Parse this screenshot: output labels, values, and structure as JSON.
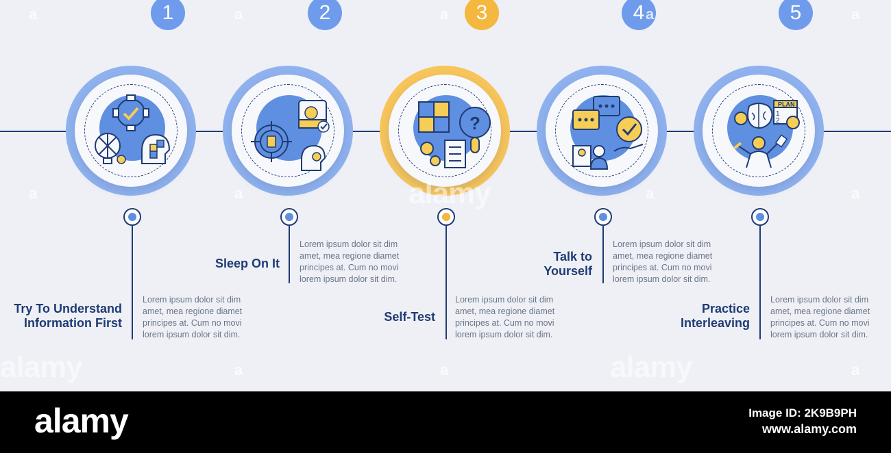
{
  "colors": {
    "navy": "#1f3b73",
    "blue_ring": "#8fb2ef",
    "blue_badge": "#6f9bec",
    "blue_blob": "#5f8fe0",
    "orange_ring": "#f7c55a",
    "orange_badge": "#f4b73f",
    "yellow_icon": "#f6cd55",
    "background": "#eef0f6"
  },
  "steps": [
    {
      "number": "1",
      "title_lines": [
        "Try To Understand",
        "Information First"
      ],
      "description_lines": [
        "Lorem ipsum dolor sit dim",
        "amet, mea regione diamet",
        "principes at. Cum no movi",
        "lorem ipsum dolor sit dim."
      ],
      "icon": "understand-icon",
      "accent": "blue"
    },
    {
      "number": "2",
      "title_lines": [
        "Sleep On It"
      ],
      "description_lines": [
        "Lorem ipsum dolor sit dim",
        "amet, mea regione diamet",
        "principes at. Cum no movi",
        "lorem ipsum dolor sit dim."
      ],
      "icon": "sleep-icon",
      "accent": "blue"
    },
    {
      "number": "3",
      "title_lines": [
        "Self-Test"
      ],
      "description_lines": [
        "Lorem ipsum dolor sit dim",
        "amet, mea regione diamet",
        "principes at. Cum no movi",
        "lorem ipsum dolor sit dim."
      ],
      "icon": "self-test-icon",
      "accent": "orange"
    },
    {
      "number": "4",
      "title_lines": [
        "Talk to",
        "Yourself"
      ],
      "description_lines": [
        "Lorem ipsum dolor sit dim",
        "amet, mea regione diamet",
        "principes at. Cum no movi",
        "lorem ipsum dolor sit dim."
      ],
      "icon": "talk-icon",
      "accent": "blue"
    },
    {
      "number": "5",
      "title_lines": [
        "Practice",
        "Interleaving"
      ],
      "description_lines": [
        "Lorem ipsum dolor sit dim",
        "amet, mea regione diamet",
        "principes at. Cum no movi",
        "lorem ipsum dolor sit dim."
      ],
      "icon": "interleaving-icon",
      "accent": "blue"
    }
  ],
  "plan_label": "PLAN",
  "watermark": {
    "text": "alamy",
    "symbol": "a"
  },
  "footer": {
    "brand": "alamy",
    "image_id": "Image ID: 2K9B9PH",
    "site": "www.alamy.com"
  }
}
